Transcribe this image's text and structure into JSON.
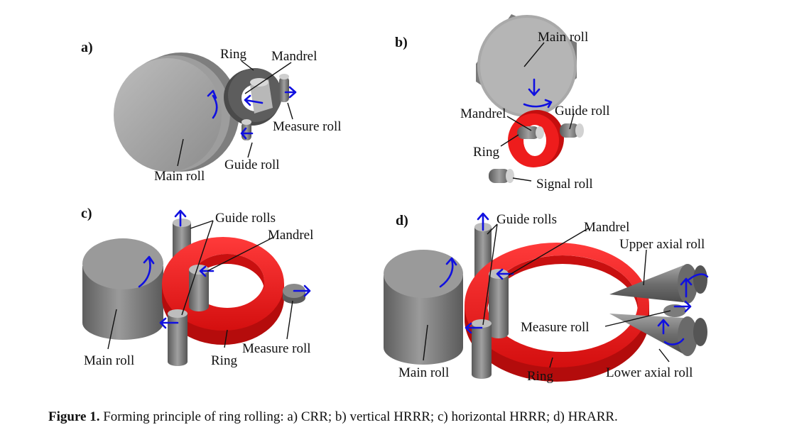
{
  "panels": {
    "a": {
      "letter": "a)",
      "labels": {
        "ring": "Ring",
        "mandrel": "Mandrel",
        "measure_roll": "Measure roll",
        "guide_roll": "Guide roll",
        "main_roll": "Main roll"
      }
    },
    "b": {
      "letter": "b)",
      "labels": {
        "main_roll": "Main roll",
        "mandrel": "Mandrel",
        "guide_roll": "Guide roll",
        "ring": "Ring",
        "signal_roll": "Signal roll"
      }
    },
    "c": {
      "letter": "c)",
      "labels": {
        "guide_rolls": "Guide rolls",
        "mandrel": "Mandrel",
        "main_roll": "Main roll",
        "ring": "Ring",
        "measure_roll": "Measure roll"
      }
    },
    "d": {
      "letter": "d)",
      "labels": {
        "guide_rolls": "Guide rolls",
        "mandrel": "Mandrel",
        "upper_axial_roll": "Upper axial roll",
        "measure_roll": "Measure roll",
        "main_roll": "Main roll",
        "ring": "Ring",
        "lower_axial_roll": "Lower axial roll"
      }
    }
  },
  "caption": {
    "label": "Figure 1.",
    "text": "Forming principle of ring rolling: a) CRR; b) vertical HRRR; c) horizontal HRRR; d) HRARR."
  },
  "colors": {
    "arrow": "#1010e0",
    "ring_red": "#ee1c1c",
    "roll_gray": "#8a8a8a",
    "roll_light": "#c8c8c8"
  }
}
